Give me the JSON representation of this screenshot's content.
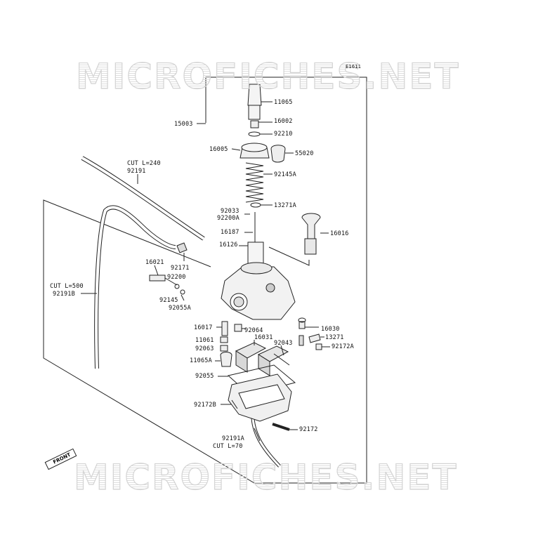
{
  "diagram": {
    "code": "E1611",
    "watermark_top": "MICROFICHES.NET",
    "watermark_bottom": "MICROFICHES.NET",
    "front_label": "FRONT",
    "labels": {
      "p11065": "11065",
      "p16002": "16002",
      "p92210": "92210",
      "p15003": "15003",
      "p16005": "16005",
      "p55020": "55020",
      "p92145A": "92145A",
      "p13271A": "13271A",
      "p92033": "92033",
      "p92200A": "92200A",
      "p16187": "16187",
      "p16016": "16016",
      "p16126": "16126",
      "cut240": "CUT L=240",
      "p92191": "92191",
      "p16021": "16021",
      "p92171": "92171",
      "p92200": "92200",
      "cut500": "CUT L=500",
      "p92191B": "92191B",
      "p92145": "92145",
      "p92055A": "92055A",
      "p16017": "16017",
      "p92064": "92064",
      "p16030": "16030",
      "p16031": "16031",
      "p13271": "13271",
      "p11061": "11061",
      "p92043": "92043",
      "p92172A": "92172A",
      "p92063": "92063",
      "p11065A": "11065A",
      "p92055": "92055",
      "p92172B": "92172B",
      "p92172": "92172",
      "p92191A": "92191A",
      "cut70": "CUT L=70"
    }
  }
}
